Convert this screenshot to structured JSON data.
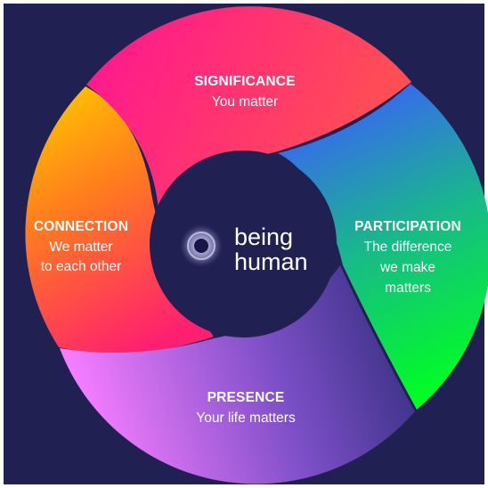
{
  "logo": {
    "line1": "being",
    "line2": "human"
  },
  "segments": {
    "significance": {
      "title": "SIGNIFICANCE",
      "lines": [
        "You matter"
      ]
    },
    "participation": {
      "title": "PARTICIPATION",
      "lines": [
        "The difference",
        "we make",
        "matters"
      ]
    },
    "presence": {
      "title": "PRESENCE",
      "lines": [
        "Your life matters"
      ]
    },
    "connection": {
      "title": "CONNECTION",
      "lines": [
        "We matter",
        "to each other"
      ]
    }
  },
  "colors": {
    "background": "#212052",
    "center": "#212052",
    "significance": [
      "#ff1a8c",
      "#ff4e5a"
    ],
    "participation": [
      "#2f6dff",
      "#00ff2a"
    ],
    "presence": [
      "#f07bff",
      "#3b2f86"
    ],
    "connection": [
      "#ffc400",
      "#ff1f72"
    ]
  }
}
